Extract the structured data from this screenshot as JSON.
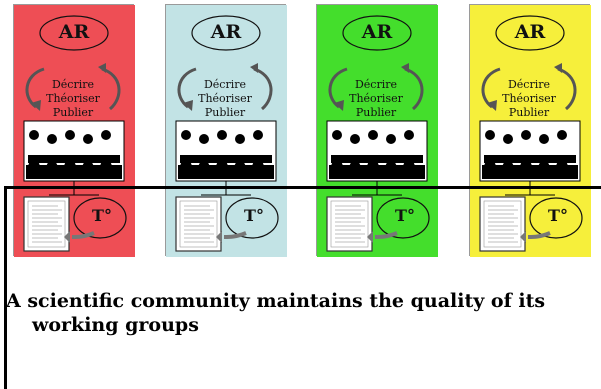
{
  "panels": [
    {
      "color": "#ee4e55",
      "ar_label": "AR",
      "steps": [
        "Décrire",
        "Théoriser",
        "Publier"
      ],
      "t_label": "T°"
    },
    {
      "color": "#c2e3e5",
      "ar_label": "AR",
      "steps": [
        "Décrire",
        "Théoriser",
        "Publier"
      ],
      "t_label": "T°"
    },
    {
      "color": "#44de2c",
      "ar_label": "AR",
      "steps": [
        "Décrire",
        "Théoriser",
        "Publier"
      ],
      "t_label": "T°"
    },
    {
      "color": "#f6ef3b",
      "ar_label": "AR",
      "steps": [
        "Décrire",
        "Théoriser",
        "Publier"
      ],
      "t_label": "T°"
    }
  ],
  "caption": {
    "line1": "A scientific community  maintains the quality of its",
    "line2": "working groups"
  }
}
